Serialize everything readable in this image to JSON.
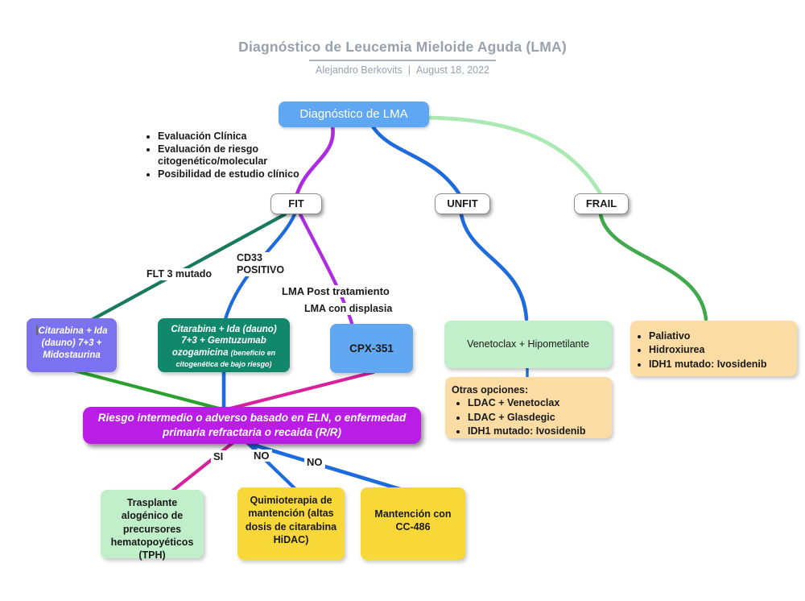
{
  "header": {
    "title": "Diagnóstico de Leucemia Mieloide Aguda (LMA)",
    "author": "Alejandro Berkovits",
    "separator": "|",
    "date": "August 18, 2022"
  },
  "intro_checklist": {
    "items": [
      "Evaluación Clínica",
      "Evaluación de riesgo citogenético/molecular",
      "Posibilidad de estudio clínico"
    ]
  },
  "nodes": {
    "diagnostico": "Diagnóstico de LMA",
    "fit": "FIT",
    "unfit": "UNFIT",
    "frail": "FRAIL",
    "citarabina_midostaurina": "Citarabina + Ida (dauno) 7+3 + Midostaurina",
    "citarabina_gemtuzumab_main": "Citarabina + Ida (dauno) 7+3 + Gemtuzumab ozogamicina",
    "citarabina_gemtuzumab_note": "(beneficio en citogenética de bajo riesgo)",
    "cpx": "CPX-351",
    "venetoclax": "Venetoclax + Hipometilante",
    "frail_options": {
      "items": [
        "Paliativo",
        "Hidroxiurea",
        "IDH1 mutado: Ivosidenib"
      ]
    },
    "otras_opciones": {
      "title": "Otras opciones:",
      "items": [
        "LDAC + Venetoclax",
        "LDAC + Glasdegic",
        "IDH1 mutado: Ivosidenib"
      ]
    },
    "riesgo": "Riesgo intermedio o adverso basado en ELN, o enfermedad primaria refractaria o recaida (R/R)",
    "tph": "Trasplante alogénico de precursores hematopoyéticos (TPH)",
    "quimio_mantencion": "Quimioterapia de mantención (altas dosis de citarabina HiDAC)",
    "cc486": "Mantención con CC-486"
  },
  "edge_labels": {
    "flt3": "FLT 3 mutado",
    "cd33_line1": "CD33",
    "cd33_line2": "POSITIVO",
    "lma_post": "LMA Post tratamiento",
    "lma_displasia": "LMA con displasia",
    "si": "SI",
    "no_1": "NO",
    "no_2": "NO"
  },
  "colors": {
    "title_gray": "#98a1ae",
    "node_blue": "#5fa7f3",
    "node_purple": "#7b72f0",
    "node_teal": "#11886c",
    "node_cpx_blue": "#62a7f1",
    "node_light_green": "#c0efc9",
    "node_peach": "#fbdca4",
    "node_magenta": "#b91de6",
    "node_yellow": "#f8d839",
    "line_violet": "#ad2ce0",
    "line_blue": "#1e6bdd",
    "line_teal": "#187a5d",
    "line_green": "#2aa02e",
    "line_pink": "#d9219d",
    "line_light_green": "#abe9b3",
    "line_frail_green": "#3fa94b",
    "text_dark": "#1a1a1a",
    "text_white": "#ffffff"
  }
}
